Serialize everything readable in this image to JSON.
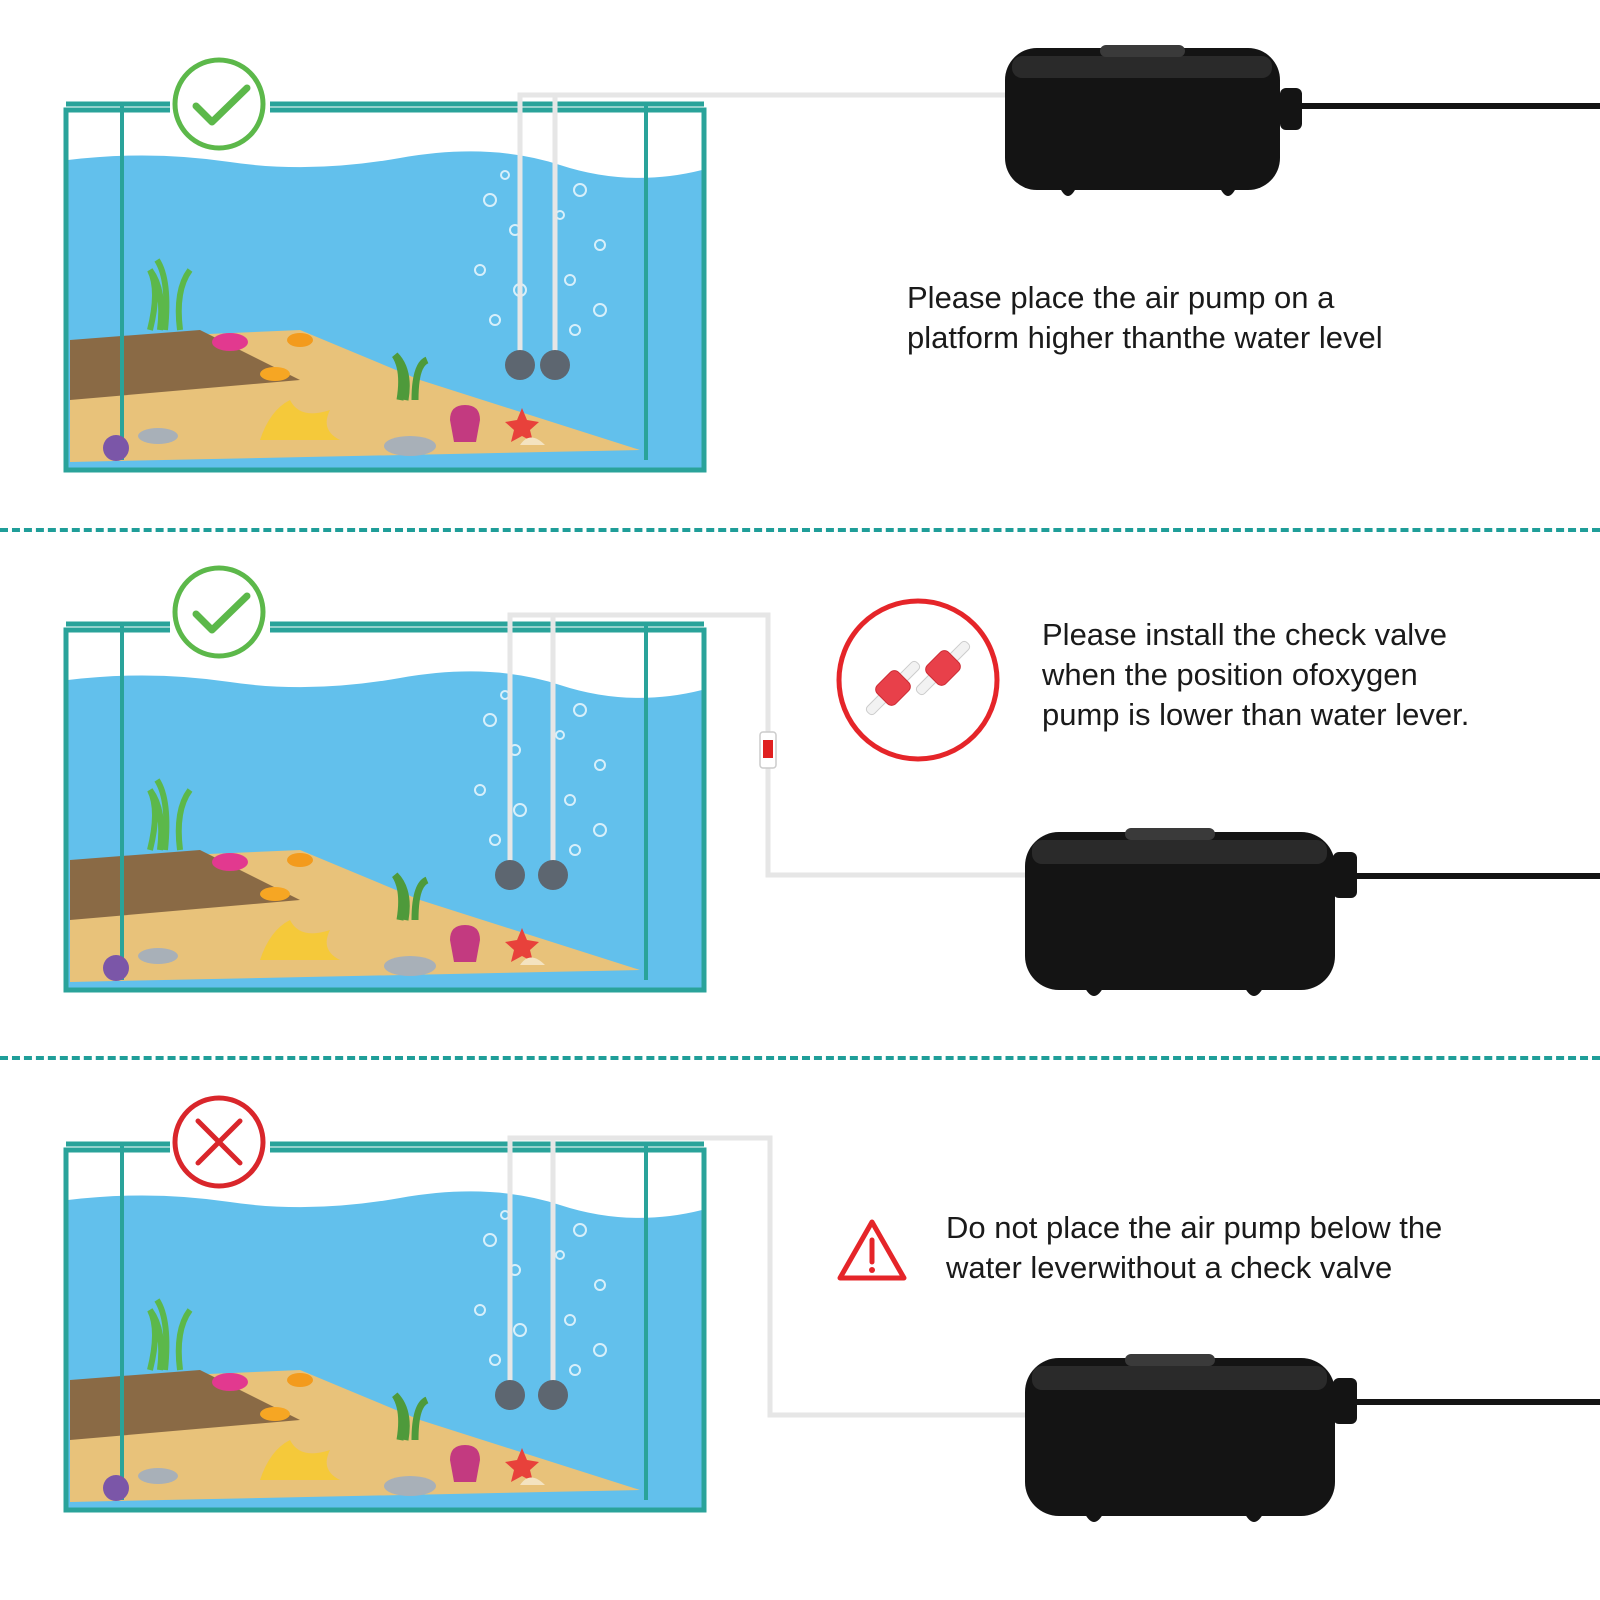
{
  "sections": [
    {
      "status": "ok",
      "status_icon": "check-circle-icon",
      "caption": "Please place the air pump on a\nplatform higher thanthe water level"
    },
    {
      "status": "ok",
      "status_icon": "check-circle-icon",
      "side_icon": "check-valve-icon",
      "caption": "Please install the check valve\nwhen the position ofoxygen\npump is lower than water lever."
    },
    {
      "status": "wrong",
      "status_icon": "cross-circle-icon",
      "side_icon": "warning-triangle-icon",
      "caption": "Do not place the air pump below the\nwater leverwithout a check valve"
    }
  ],
  "colors": {
    "ok": "#5cb84a",
    "wrong": "#d9262b",
    "water": "#62c0ec",
    "tank_frame": "#2aa39a",
    "divider": "#1f9e99",
    "pump": "#141414"
  }
}
